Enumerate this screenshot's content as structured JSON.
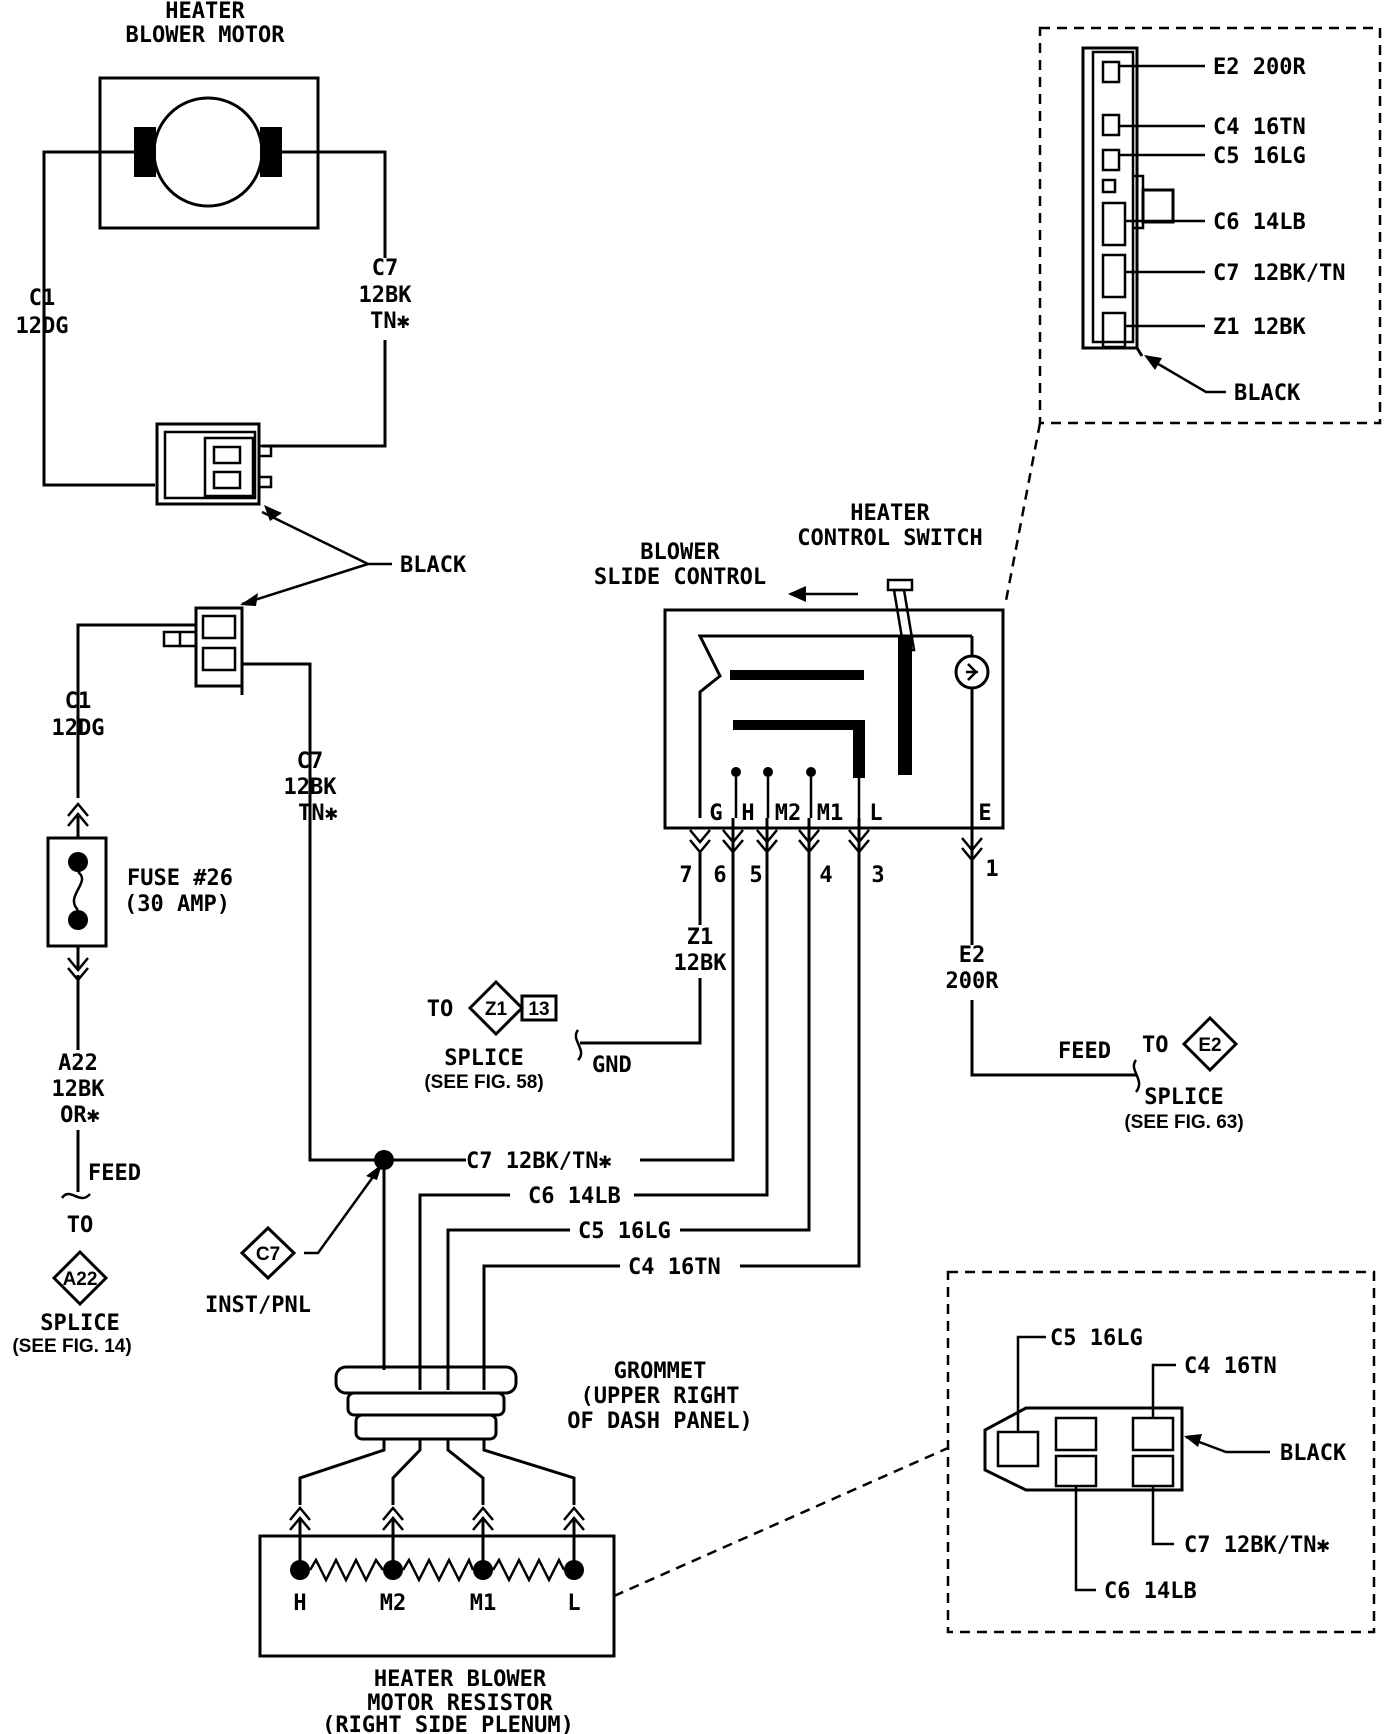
{
  "motor": {
    "title_line1": "HEATER",
    "title_line2": "BLOWER MOTOR"
  },
  "motor_wires": {
    "left": {
      "circuit": "C1",
      "gauge": "12DG"
    },
    "right": {
      "circuit": "C7",
      "gauge": "12BK",
      "color2": "TN✱"
    }
  },
  "black_label_motor": "BLACK",
  "feed_wires": {
    "c1": {
      "circuit": "C1",
      "gauge": "12DG"
    },
    "c7": {
      "circuit": "C7",
      "gauge": "12BK",
      "color2": "TN✱"
    }
  },
  "fuse": {
    "label": "FUSE #26",
    "rating": "(30 AMP)"
  },
  "a22": {
    "circuit": "A22",
    "gauge": "12BK",
    "color2": "OR✱",
    "feed": "FEED",
    "to": "TO",
    "splice_id": "A22",
    "splice": "SPLICE",
    "see": "(SEE FIG. 14)"
  },
  "c7_splice": {
    "id": "C7",
    "label": "INST/PNL"
  },
  "bus_labels": {
    "c7": "C7 12BK/TN✱",
    "c6": "C6 14LB",
    "c5": "C5 16LG",
    "c4": "C4 16TN"
  },
  "grommet": {
    "line1": "GROMMET",
    "line2": "(UPPER RIGHT",
    "line3": "OF DASH PANEL)"
  },
  "resistor": {
    "title1": "HEATER BLOWER",
    "title2": "MOTOR RESISTOR",
    "title3": "(RIGHT SIDE PLENUM)",
    "terminals": [
      "H",
      "M2",
      "M1",
      "L"
    ]
  },
  "switch": {
    "title1": "HEATER",
    "title2": "CONTROL SWITCH",
    "slide1": "BLOWER",
    "slide2": "SLIDE CONTROL",
    "terminals": [
      "G",
      "H",
      "M2",
      "M1",
      "L",
      "E"
    ],
    "pins": [
      "7",
      "6",
      "5",
      "4",
      "3",
      "1"
    ]
  },
  "z1_ground": {
    "circuit": "Z1",
    "gauge": "12BK",
    "to": "TO",
    "splice_id": "Z1",
    "splice_num": "13",
    "splice": "SPLICE",
    "see": "(SEE FIG. 58)",
    "gnd": "GND"
  },
  "e2_feed": {
    "circuit": "E2",
    "gauge": "200R",
    "feed": "FEED",
    "to": "TO",
    "splice_id": "E2",
    "splice": "SPLICE",
    "see": "(SEE FIG. 63)"
  },
  "switch_connector": {
    "pins": [
      "E2 200R",
      "C4 16TN",
      "C5 16LG",
      "C6 14LB",
      "C7 12BK/TN",
      "Z1 12BK"
    ],
    "black": "BLACK"
  },
  "resistor_connector": {
    "c5": "C5 16LG",
    "c4": "C4 16TN",
    "black": "BLACK",
    "c7": "C7 12BK/TN✱",
    "c6": "C6 14LB"
  }
}
